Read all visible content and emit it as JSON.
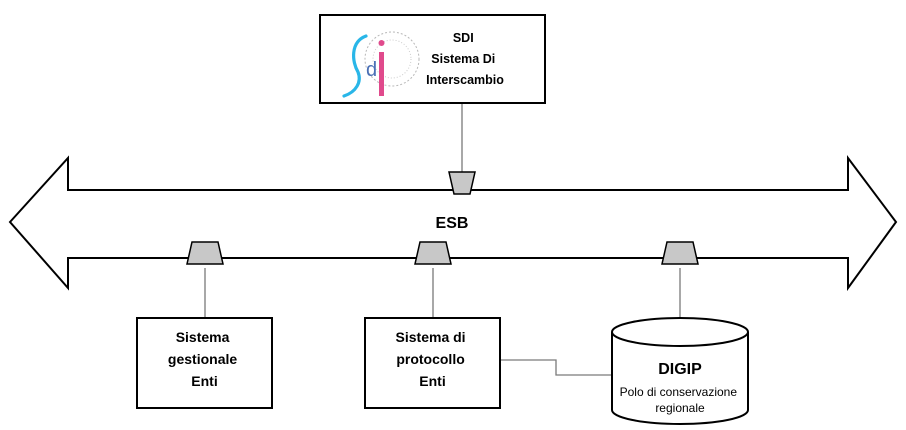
{
  "sdi_box": {
    "lines": [
      "SDI",
      "Sistema Di",
      "Interscambio"
    ],
    "logo": {
      "icon": "sdi-logo-icon",
      "wordmark": "sdi",
      "colors": {
        "curve": "#29b6e8",
        "letter": "#4a6fb5",
        "bar": "#e04a8c",
        "seal": "#b8b8b8"
      }
    }
  },
  "bus": {
    "label": "ESB"
  },
  "boxes": [
    {
      "id": "gestionale",
      "lines": [
        "Sistema",
        "gestionale",
        "Enti"
      ]
    },
    {
      "id": "protocollo",
      "lines": [
        "Sistema di",
        "protocollo",
        "Enti"
      ]
    }
  ],
  "archive": {
    "title": "DIGIP",
    "subtitle_lines": [
      "Polo di conservazione",
      "regionale"
    ]
  },
  "colors": {
    "stroke": "#000000",
    "connector_fill": "#c8c8c8",
    "connector_line": "#7a7a7a",
    "bus_fill": "#ffffff"
  }
}
